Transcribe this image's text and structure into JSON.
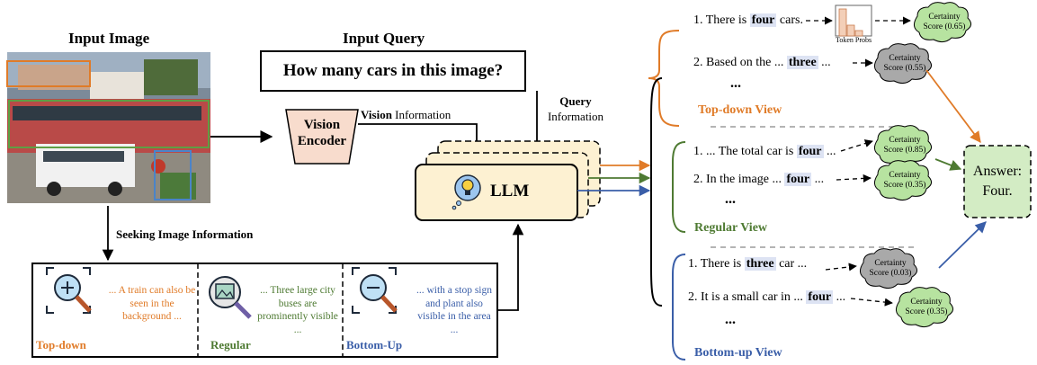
{
  "input_image": {
    "title": "Input Image"
  },
  "input_query": {
    "title": "Input Query",
    "question": "How many cars in this image?"
  },
  "vision_encoder": {
    "label": "Vision Encoder",
    "info_bold": "Vision",
    "info_rest": "Information"
  },
  "query_info": {
    "bold": "Query",
    "rest": "Information"
  },
  "llm": {
    "label": "LLM"
  },
  "seeking": "Seeking Image Information",
  "views_panel": [
    {
      "name": "Top-down",
      "desc": "... A train can also be seen in the background ...",
      "color": "#e07b28"
    },
    {
      "name": "Regular",
      "desc": "... Three large city buses are prominently visible ...",
      "color": "#4e7a32"
    },
    {
      "name": "Bottom-Up",
      "desc": "... with a stop sign and plant also visible in the area ...",
      "color": "#3a5ea8"
    }
  ],
  "token_probs": "Token Probs",
  "certainty_word": "Certainty",
  "top_down": {
    "label": "Top-down View",
    "line1": {
      "pre": "1. There is",
      "word": "four",
      "post": "cars.",
      "score": "Score (0.65)"
    },
    "line2": {
      "pre": "2. Based on the ...",
      "word": "three",
      "post": "...",
      "score": "Score (0.55)"
    },
    "ellipsis": "..."
  },
  "regular": {
    "label": "Regular View",
    "line1": {
      "pre": "1. ... The total car is",
      "word": "four",
      "post": "...",
      "score": "Score (0.85)"
    },
    "line2": {
      "pre": "2. In the image ...",
      "word": "four",
      "post": "...",
      "score": "Score (0.35)"
    },
    "ellipsis": "..."
  },
  "bottom_up": {
    "label": "Bottom-up View",
    "line1": {
      "pre": "1. There is",
      "word": "three",
      "post": "car ...",
      "score": "Score (0.03)"
    },
    "line2": {
      "pre": "2. It is a small car in ...",
      "word": "four",
      "post": "...",
      "score": "Score (0.35)"
    },
    "ellipsis": "..."
  },
  "answer": {
    "line1": "Answer:",
    "line2": "Four."
  }
}
